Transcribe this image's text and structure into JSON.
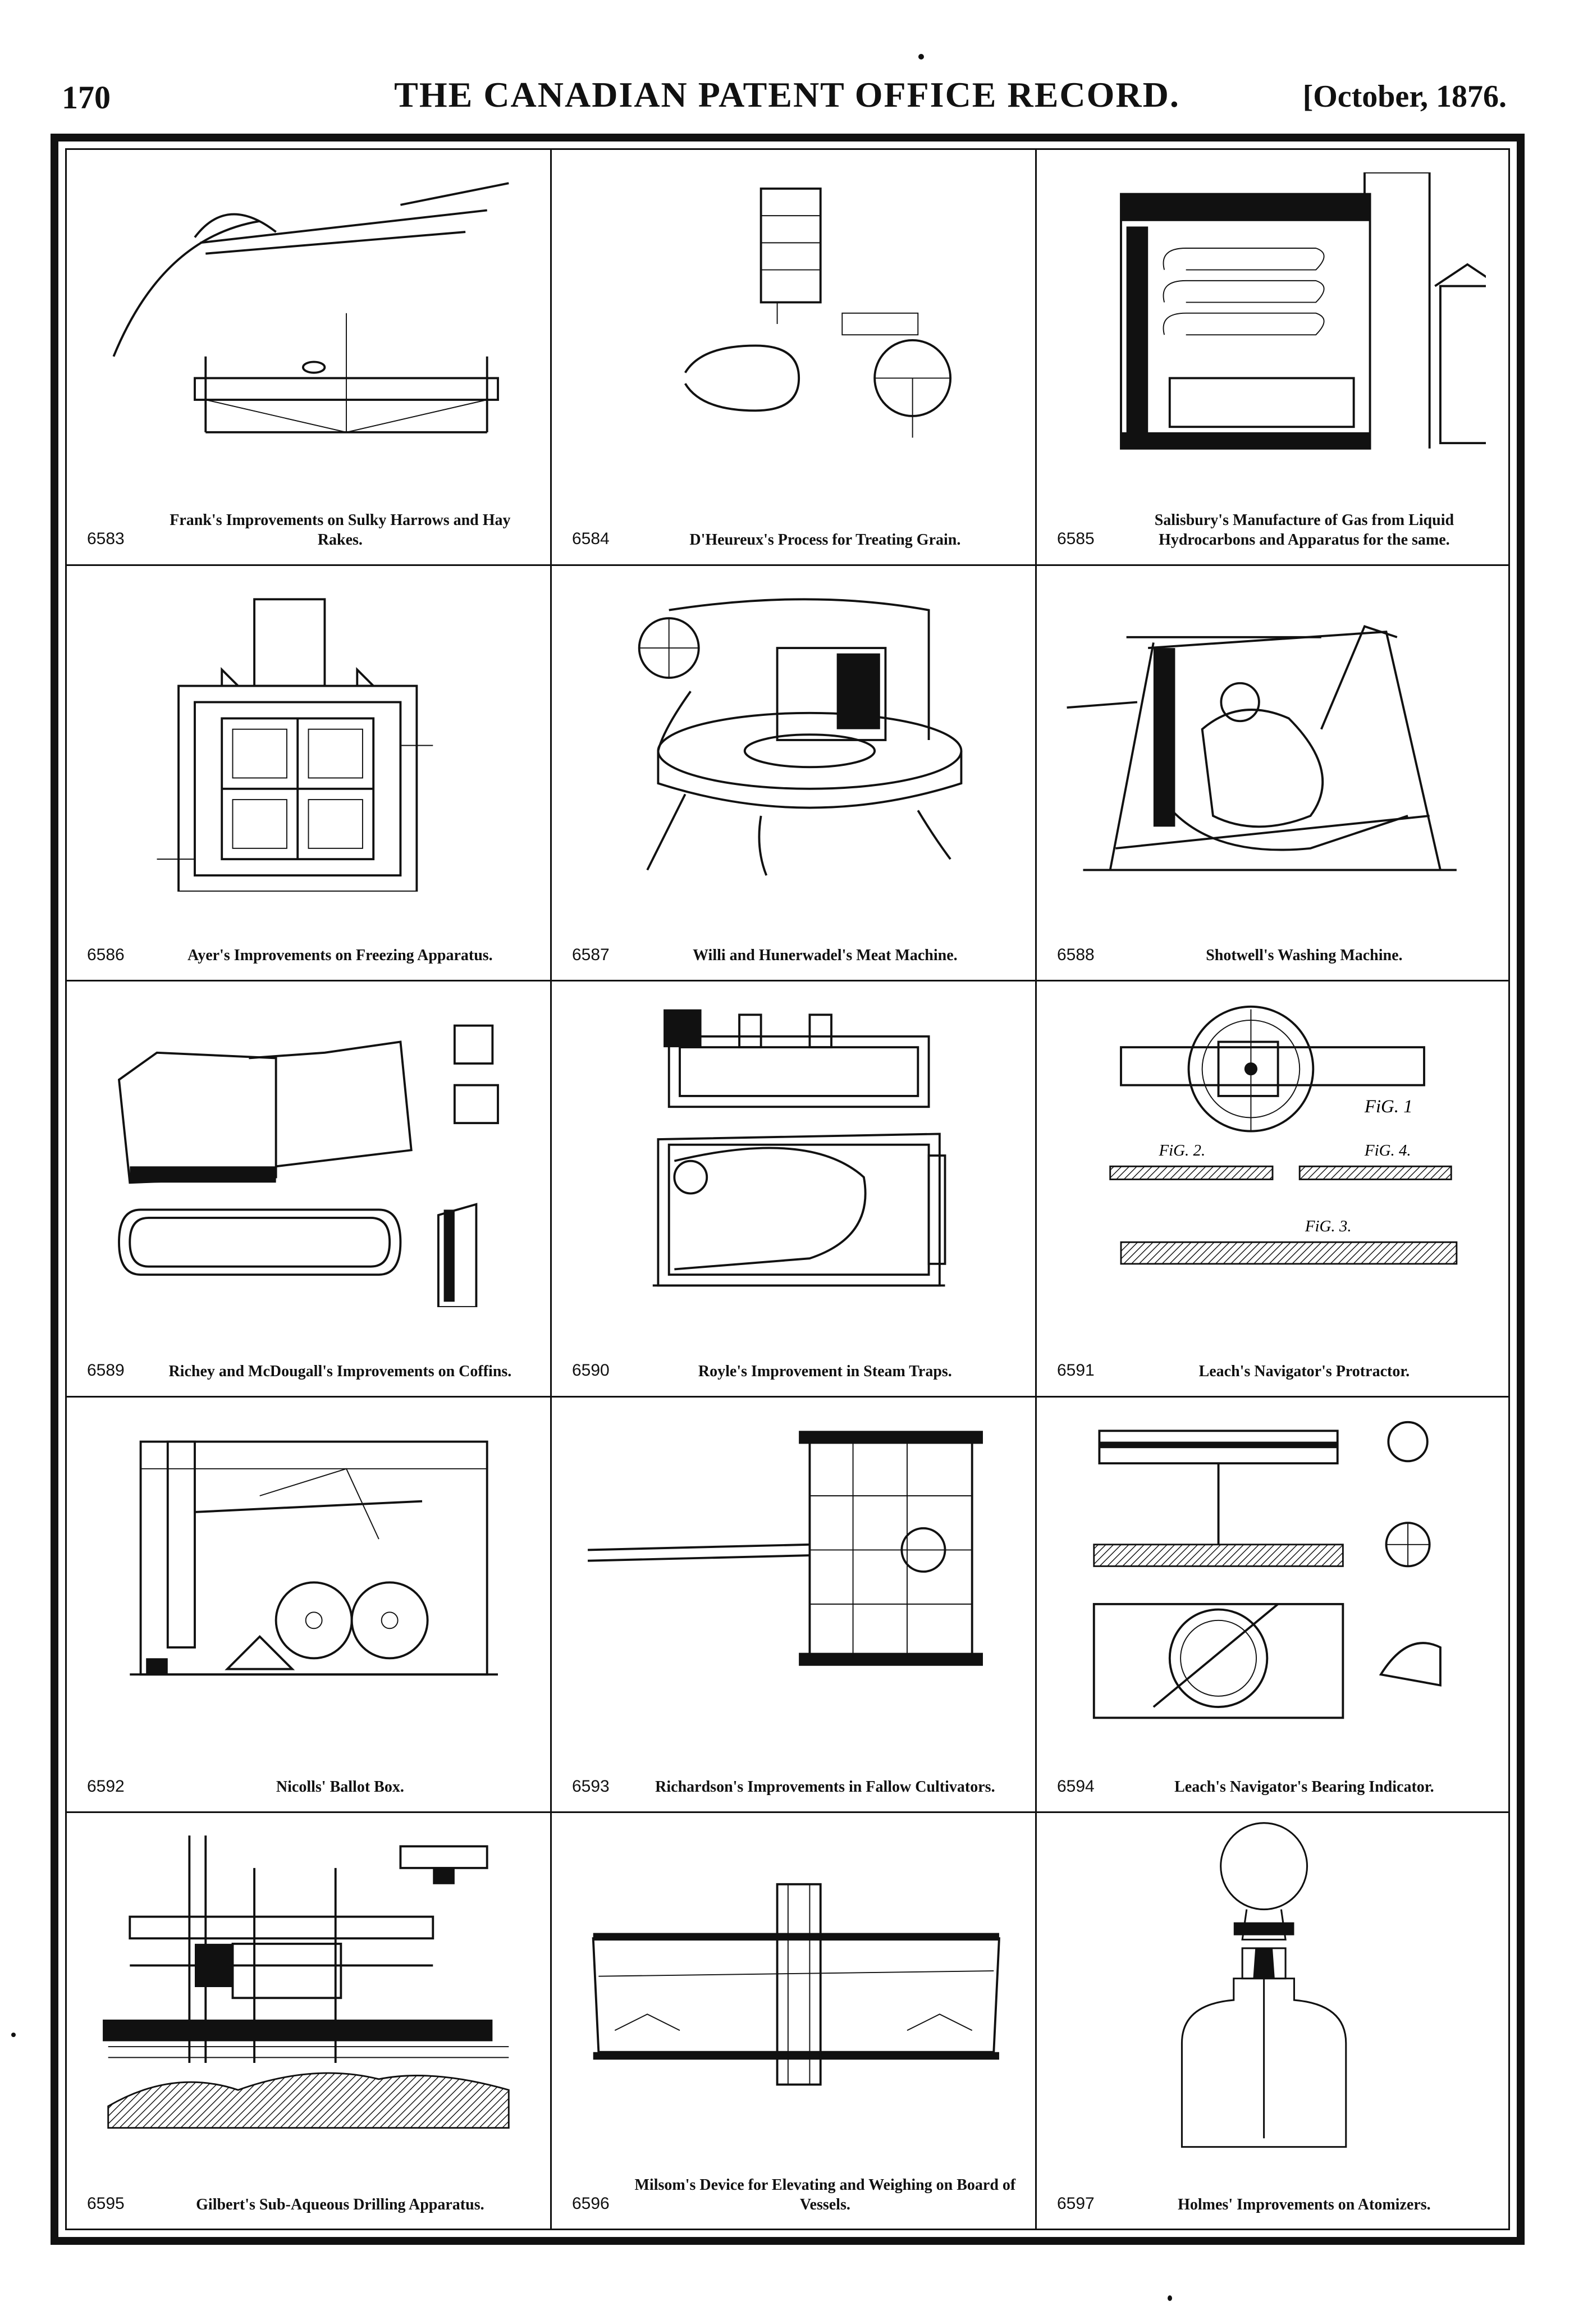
{
  "header": {
    "page_number": "170",
    "journal_title": "THE CANADIAN PATENT OFFICE RECORD.",
    "issue_date": "[October, 1876."
  },
  "patents": [
    {
      "number": "6583",
      "title": "Frank's Improvements on Sulky Harrows and Hay Rakes.",
      "drawing": "harrow"
    },
    {
      "number": "6584",
      "title": "D'Heureux's Process for Treating Grain.",
      "drawing": "grain"
    },
    {
      "number": "6585",
      "title": "Salisbury's Manufacture of Gas from Liquid Hydrocarbons and Apparatus for the same.",
      "drawing": "gas"
    },
    {
      "number": "6586",
      "title": "Ayer's Improvements on Freezing Apparatus.",
      "drawing": "freezer"
    },
    {
      "number": "6587",
      "title": "Willi and Hunerwadel's Meat Machine.",
      "drawing": "meat"
    },
    {
      "number": "6588",
      "title": "Shotwell's Washing Machine.",
      "drawing": "washer"
    },
    {
      "number": "6589",
      "title": "Richey and McDougall's Improvements on Coffins.",
      "drawing": "coffin"
    },
    {
      "number": "6590",
      "title": "Royle's Improvement in Steam Traps.",
      "drawing": "steam"
    },
    {
      "number": "6591",
      "title": "Leach's Navigator's Protractor.",
      "drawing": "protractor"
    },
    {
      "number": "6592",
      "title": "Nicolls' Ballot Box.",
      "drawing": "ballot"
    },
    {
      "number": "6593",
      "title": "Richardson's Improvements in Fallow Cultivators.",
      "drawing": "cultivator"
    },
    {
      "number": "6594",
      "title": "Leach's Navigator's Bearing Indicator.",
      "drawing": "bearing"
    },
    {
      "number": "6595",
      "title": "Gilbert's Sub-Aqueous Drilling Apparatus.",
      "drawing": "drill"
    },
    {
      "number": "6596",
      "title": "Milsom's Device for Elevating and Weighing on Board of Vessels.",
      "drawing": "vessel"
    },
    {
      "number": "6597",
      "title": "Holmes' Improvements on Atomizers.",
      "drawing": "atomizer"
    }
  ]
}
